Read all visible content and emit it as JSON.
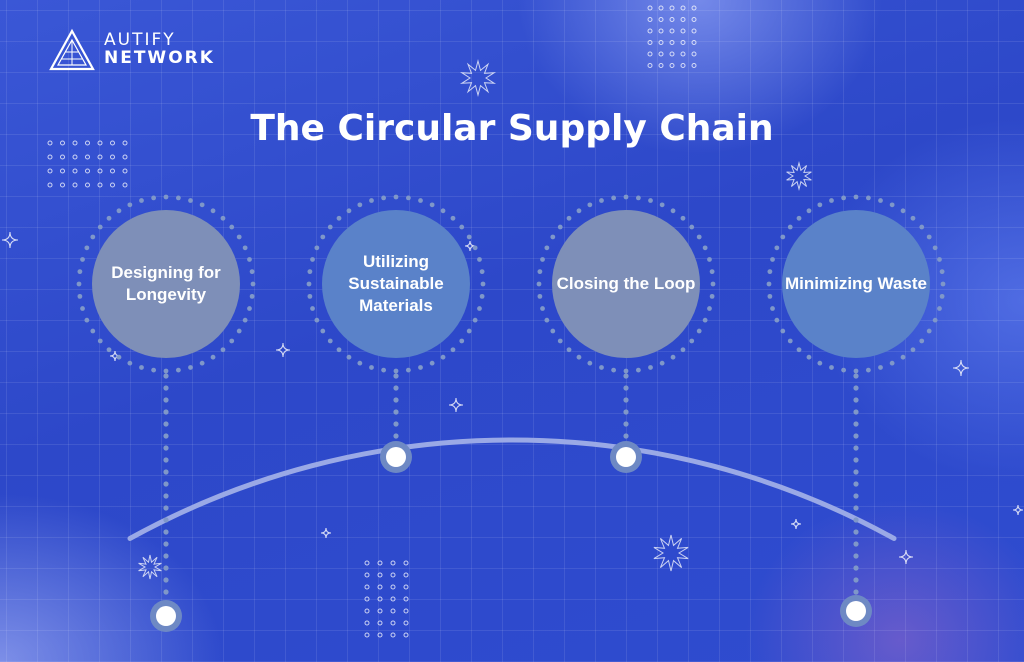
{
  "logo": {
    "line1": "AUTIFY",
    "line2": "NETWORK"
  },
  "title": "The Circular Supply Chain",
  "steps": [
    {
      "label": "Designing for Longevity",
      "circle_color": "#7e8fb8"
    },
    {
      "label": "Utilizing Sustainable Materials",
      "circle_color": "#5a82c9"
    },
    {
      "label": "Closing the Loop",
      "circle_color": "#7e8fb8"
    },
    {
      "label": "Minimizing Waste",
      "circle_color": "#5a82c9"
    }
  ],
  "colors": {
    "background": "#2f4fd0",
    "arc": "#9aa9e6",
    "node_ring": "#6e89c4",
    "dots": "#7f97c9"
  }
}
